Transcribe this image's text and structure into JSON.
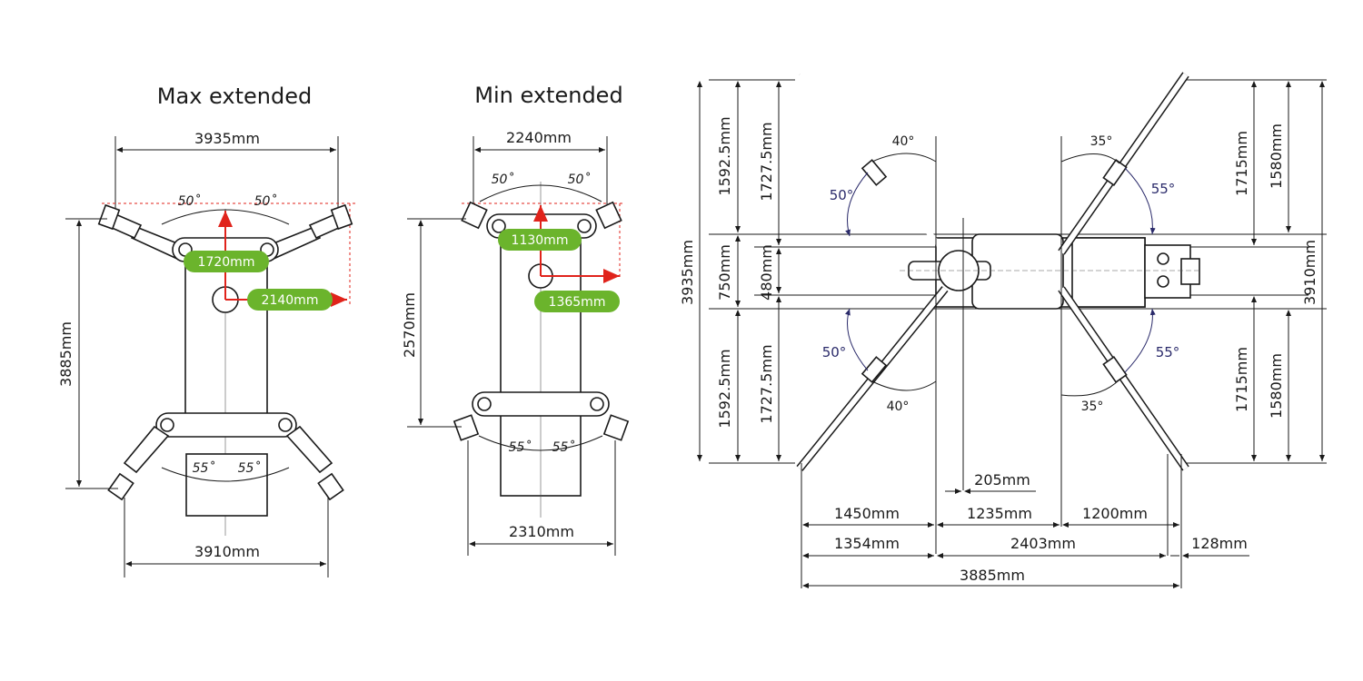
{
  "max_extended": {
    "title": "Max extended",
    "width_top": "3935mm",
    "width_bottom": "3910mm",
    "height": "3885mm",
    "angle_top_left": "50˚",
    "angle_top_right": "50˚",
    "angle_bottom_left": "55˚",
    "angle_bottom_right": "55˚",
    "pill_vertical": "1720mm",
    "pill_horizontal": "2140mm"
  },
  "min_extended": {
    "title": "Min extended",
    "width_top": "2240mm",
    "width_bottom": "2310mm",
    "height": "2570mm",
    "angle_top_left": "50˚",
    "angle_top_right": "50˚",
    "angle_bottom_left": "55˚",
    "angle_bottom_right": "55˚",
    "pill_vertical": "1130mm",
    "pill_horizontal": "1365mm"
  },
  "plan": {
    "left_outer": "3935mm",
    "left_dims": [
      "1592.5mm",
      "750mm",
      "1592.5mm"
    ],
    "left_inner_dims": [
      "1727.5mm",
      "480mm",
      "1727.5mm"
    ],
    "right_dims": [
      "1715mm",
      "1715mm"
    ],
    "right_inner_dims": [
      "1580mm",
      "1580mm"
    ],
    "right_outer": "3910mm",
    "angle_tl_outer": "40°",
    "angle_tl_inner": "50°",
    "angle_bl_outer": "40°",
    "angle_bl_inner": "50°",
    "angle_tr_outer": "35°",
    "angle_tr_inner": "55°",
    "angle_br_outer": "35°",
    "angle_br_inner": "55°",
    "dim_205": "205mm",
    "dim_1450": "1450mm",
    "dim_1235": "1235mm",
    "dim_1200": "1200mm",
    "dim_1354": "1354mm",
    "dim_2403": "2403mm",
    "dim_128": "128mm",
    "dim_3885": "3885mm"
  },
  "colors": {
    "pill_green": "#6bb42c",
    "arrow_red": "#e0231b",
    "angle_blue": "#2a2a6a"
  }
}
